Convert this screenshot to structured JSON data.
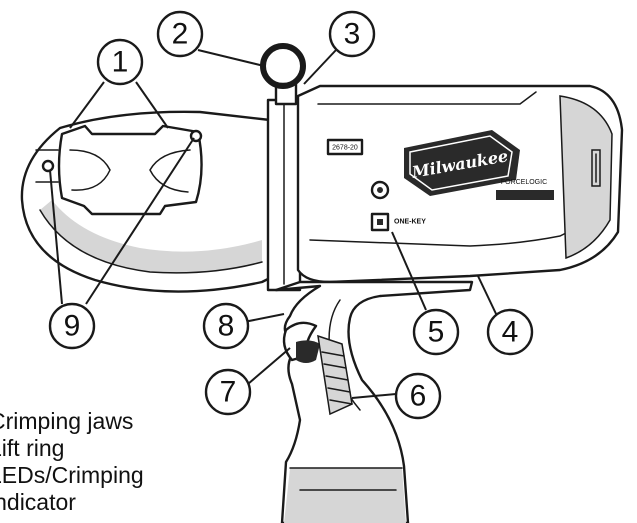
{
  "callouts": [
    {
      "id": "1",
      "label": "1"
    },
    {
      "id": "2",
      "label": "2"
    },
    {
      "id": "3",
      "label": "3"
    },
    {
      "id": "4",
      "label": "4"
    },
    {
      "id": "5",
      "label": "5"
    },
    {
      "id": "6",
      "label": "6"
    },
    {
      "id": "7",
      "label": "7"
    },
    {
      "id": "8",
      "label": "8"
    },
    {
      "id": "9",
      "label": "9"
    }
  ],
  "legend": [
    {
      "text": "Crimping jaws"
    },
    {
      "text": "Lift ring"
    },
    {
      "text": "LEDs/Crimping"
    },
    {
      "text": "indicator"
    }
  ],
  "brand_badge": "Milwaukee",
  "model_plate": "2678-20",
  "button_label": "ONE-KEY",
  "side_text": "FORCELOGIC"
}
